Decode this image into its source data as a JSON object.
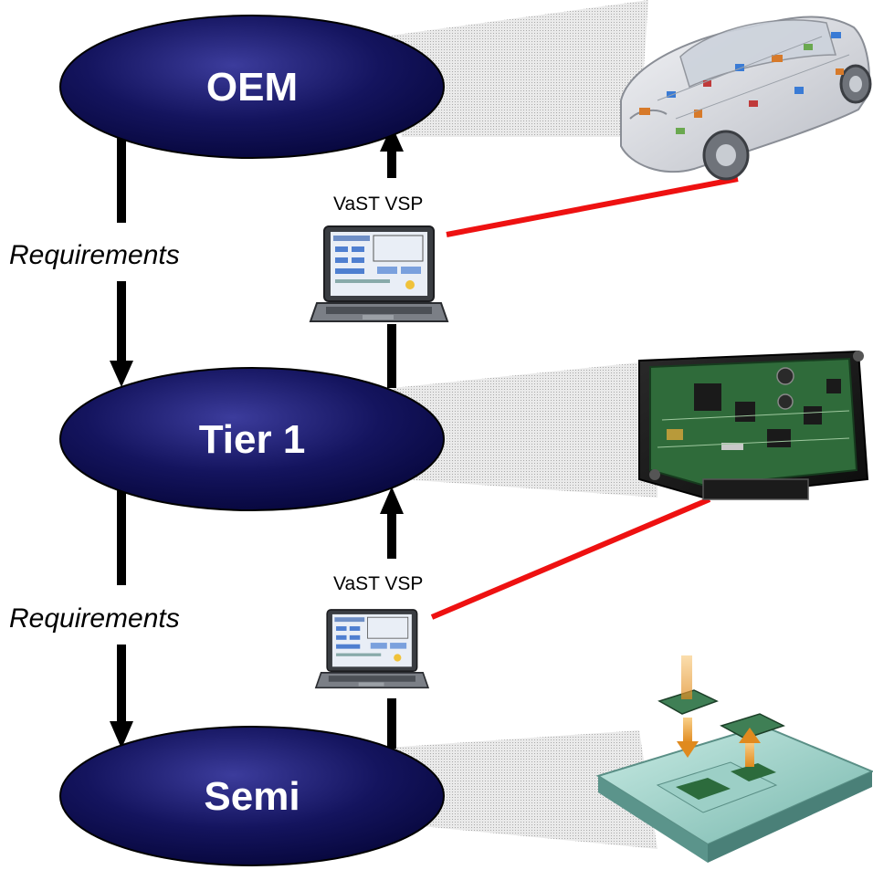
{
  "nodes": {
    "oem": {
      "label": "OEM"
    },
    "tier1": {
      "label": "Tier 1"
    },
    "semi": {
      "label": "Semi"
    }
  },
  "requirements": {
    "upper": "Requirements",
    "lower": "Requirements"
  },
  "vsp": {
    "upper": "VaST VSP",
    "lower": "VaST VSP"
  },
  "colors": {
    "node_fill": "#0b0b50",
    "node_highlight": "#3c3c9c",
    "link_red": "#ee1111",
    "arrow": "#000000"
  },
  "images": {
    "car": "car-icon",
    "ecu": "ecu-board-icon",
    "chip": "chip-package-icon",
    "laptop": "laptop-icon"
  }
}
